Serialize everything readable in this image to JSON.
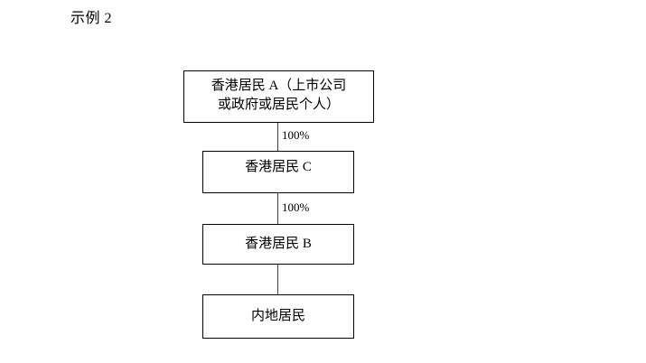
{
  "page": {
    "title": "示例 2",
    "background_color": "#ffffff",
    "text_color": "#000000",
    "line_color": "#3f3f3f"
  },
  "chart_data": {
    "type": "diagram",
    "title": "示例 2",
    "nodes": [
      {
        "id": "A",
        "label": "香港居民 A（上市公司\n或政府或居民个人）"
      },
      {
        "id": "C",
        "label": "香港居民 C"
      },
      {
        "id": "B",
        "label": "香港居民 B"
      },
      {
        "id": "M",
        "label": "内地居民"
      }
    ],
    "edges": [
      {
        "from": "A",
        "to": "C",
        "label": "100%"
      },
      {
        "from": "C",
        "to": "B",
        "label": "100%"
      },
      {
        "from": "B",
        "to": "M",
        "label": ""
      }
    ]
  }
}
